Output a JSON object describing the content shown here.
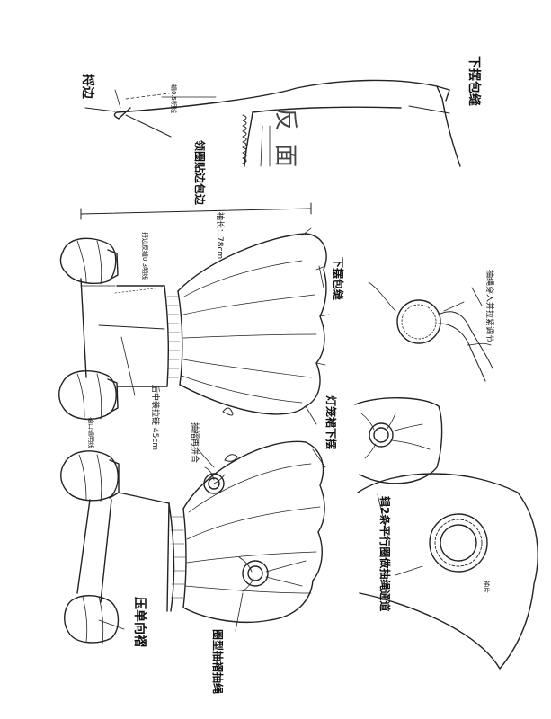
{
  "labels": {
    "hem_edge": "捋边",
    "stitch_05": "辑0.5明线",
    "collar_bind": "领圈贴边包边",
    "reverse_side": "反面",
    "hem_binding_top": "下摆包缝",
    "sleeve_length": "袖长：78cm",
    "edge_fold_03": "捋边反缝0.3明线",
    "hem_binding": "下摆包缝",
    "drawstring_through": "抽绳穿入并拉紧调节",
    "back_zipper": "后中装拉链 45cm",
    "cuff_stitch": "袖口辑明线",
    "pleat_join": "抽褶再拼合",
    "lantern_hem": "灯笼裙下摆",
    "parallel_circles": "辑2条平行圈做抽绳通道",
    "single_pleat": "压单向褶",
    "ring_drawstring": "圈型抽褶抽绳",
    "sleeve_piece": "袖片"
  }
}
